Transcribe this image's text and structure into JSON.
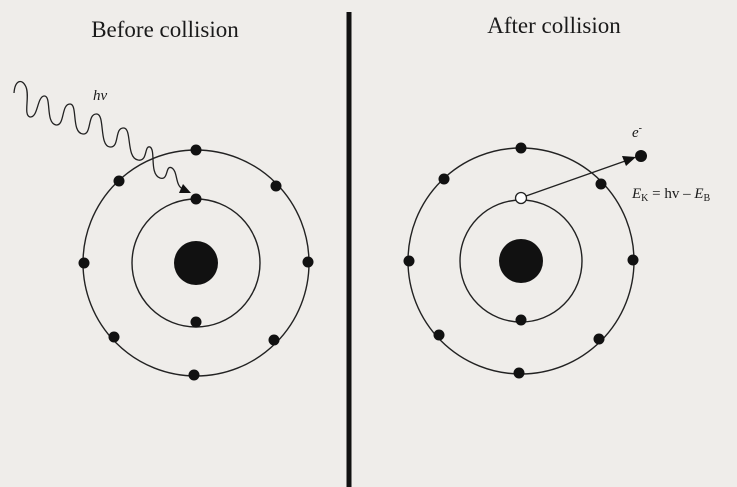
{
  "panels": {
    "before": {
      "title": "Before collision"
    },
    "after": {
      "title": "After collision"
    }
  },
  "labels": {
    "photon": "hv",
    "electron": "e",
    "electron_charge": "-",
    "energy_var": "E",
    "energy_sub": "K",
    "equals_hv": " = hv – ",
    "binding_var": "E",
    "binding_sub": "B"
  },
  "colors": {
    "background": "#efedea",
    "ink": "#111111",
    "vacancy": "#ffffff"
  }
}
